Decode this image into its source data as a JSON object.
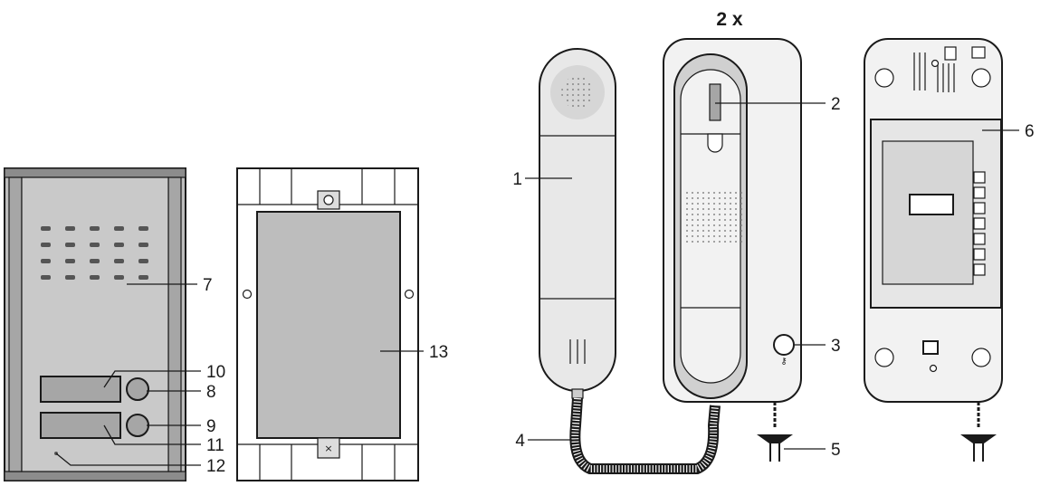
{
  "diagram": {
    "heading": "2 x",
    "callouts": [
      "1",
      "2",
      "3",
      "4",
      "5",
      "6",
      "7",
      "8",
      "9",
      "10",
      "11",
      "12",
      "13"
    ]
  },
  "colors": {
    "outline": "#1a1a1a",
    "panel_face": "#c9c9c9",
    "panel_side": "#a6a6a6",
    "handset": "#e8e8e8",
    "station_body": "#f2f2f2",
    "module": "#dcdcdc",
    "cover_plate": "#bdbdbd"
  }
}
